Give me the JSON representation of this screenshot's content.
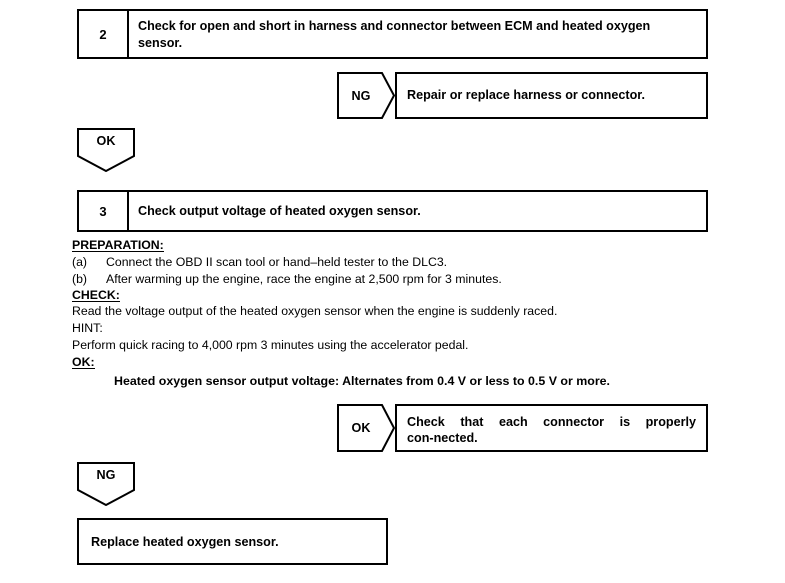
{
  "document": {
    "type": "automotive-diagnostic-flowchart",
    "steps": [
      {
        "number": "2",
        "text": "Check for open and short in harness and connector between ECM and heated oxygen sensor."
      },
      {
        "number": "3",
        "text": "Check output voltage of heated oxygen sensor."
      }
    ],
    "results": [
      {
        "tag": "NG",
        "text": "Repair or replace harness or connector."
      },
      {
        "tag": "OK",
        "text": "Check that each connector is properly con-­nected."
      }
    ],
    "connectors": [
      {
        "label": "OK"
      },
      {
        "label": "NG"
      }
    ],
    "procedure": {
      "preparation_heading": "PREPARATION:",
      "preparation_items": [
        {
          "letter": "(a)",
          "text": "Connect the OBD II scan tool or hand–held tester to the DLC3."
        },
        {
          "letter": "(b)",
          "text": "After warming up the engine, race the engine at 2,500 rpm for 3 minutes."
        }
      ],
      "check_heading": "CHECK:",
      "check_text": "Read the voltage output of the heated oxygen sensor when the engine is suddenly raced.",
      "hint_heading": "HINT:",
      "hint_text": "Perform quick racing to 4,000 rpm 3 minutes using the accelerator pedal.",
      "ok_heading": "OK:",
      "ok_spec": "Heated oxygen sensor output voltage: Alternates from 0.4 V or less to 0.5 V or more."
    },
    "final_action": {
      "text": "Replace heated oxygen sensor."
    },
    "colors": {
      "ink": "#000000",
      "paper": "#ffffff"
    }
  }
}
